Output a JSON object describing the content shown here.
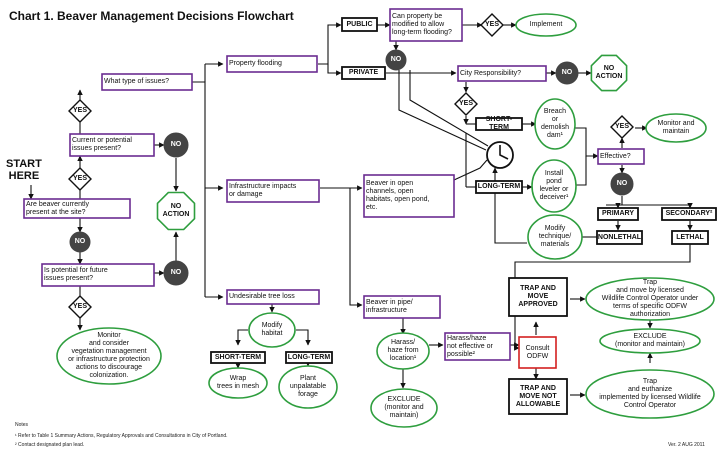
{
  "title": "Chart 1. Beaver Management Decisions Flowchart",
  "start_line1": "START",
  "start_line2": "HERE",
  "nodes": {
    "beaver_present": [
      "Are beaver currently",
      "present at the site?"
    ],
    "current_issues": [
      "Current or potential",
      "issues present?"
    ],
    "what_issues": "What type of issues?",
    "future_issues": [
      "Is potential for future",
      "issues present?"
    ],
    "monitor_consider": [
      "Monitor",
      "and consider",
      "vegetation management",
      "or infrastructure protection",
      "actions to discourage",
      "colonization."
    ],
    "no_action_left": [
      "NO",
      "ACTION"
    ],
    "property_flooding": "Property flooding",
    "infrastructure": [
      "Infrastructure impacts",
      "or damage"
    ],
    "tree_loss": "Undesirable tree loss",
    "modify_habitat": [
      "Modify",
      "habitat"
    ],
    "short_term_tree": "SHORT-TERM",
    "long_term_tree": "LONG-TERM",
    "wrap_trees": [
      "Wrap",
      "trees in mesh"
    ],
    "plant_forage": [
      "Plant",
      "unpalatable",
      "forage"
    ],
    "public": "PUBLIC",
    "private": "PRIVATE",
    "can_modify": [
      "Can property be",
      "modified to allow",
      "long-term flooding?"
    ],
    "implement": "Implement",
    "city_responsibility": "City Responsibility?",
    "no_action_right": [
      "NO",
      "ACTION"
    ],
    "short_term_mid": "SHORT-TERM",
    "long_term_mid": "LONG-TERM",
    "breach": [
      "Breach",
      "or",
      "demolish",
      "dam¹"
    ],
    "pond_leveler": [
      "Install",
      "pond",
      "leveler or",
      "deceiver¹"
    ],
    "modify_technique": [
      "Modify",
      "technique/",
      "materials"
    ],
    "effective": "Effective?",
    "monitor_maintain": "Monitor and maintain",
    "primary": "PRIMARY",
    "secondary": "SECONDARY²",
    "nonlethal": "NONLETHAL",
    "lethal": "LETHAL",
    "beaver_open": [
      "Beaver in open",
      "channels, open",
      "habitats, open pond,",
      "etc."
    ],
    "beaver_pipe": [
      "Beaver in pipe/",
      "infrastructure"
    ],
    "harass": [
      "Harass/",
      "haze from",
      "location¹"
    ],
    "harass_not_effective": [
      "Harass/haze",
      "not effective or",
      "possible²"
    ],
    "exclude_bottom": [
      "EXCLUDE",
      "(monitor and",
      "maintain)"
    ],
    "consult_odfw": [
      "Consult",
      "ODFW"
    ],
    "trap_allowed": [
      "TRAP AND",
      "MOVE",
      "APPROVED"
    ],
    "trap_not_allowed": [
      "TRAP AND",
      "MOVE NOT",
      "ALLOWABLE"
    ],
    "trap_move": [
      "Trap",
      "and move by licensed",
      "Wildlife Control Operator under",
      "terms of specific ODFW",
      "authorization"
    ],
    "exclude_right": [
      "EXCLUDE",
      "(monitor and maintain)"
    ],
    "trap_euthanize": [
      "Trap",
      "and euthanize",
      "implemented by licensed Wildlife",
      "Control Operator"
    ]
  },
  "decisions": {
    "yes": "YES",
    "no": "NO"
  },
  "notes": {
    "heading": "Notes",
    "note1": "¹ Refer to Table 1 Summary Actions, Regulatory Approvals and Consultations in City of Portland.",
    "note2": "² Contact designated plan lead."
  },
  "version": "Ver. 2 AUG 2011",
  "colors": {
    "purple": "#6a2c91",
    "green": "#2e9e3e",
    "red": "#d42020",
    "dark": "#444444",
    "black": "#111111"
  }
}
